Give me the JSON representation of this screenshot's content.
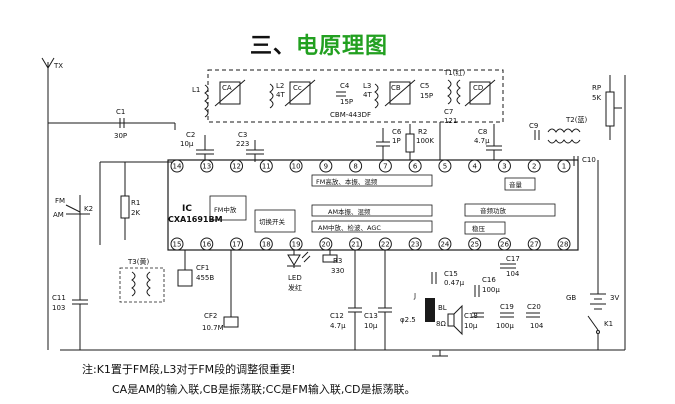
{
  "title": {
    "prefix": "三、",
    "main": "电原理图"
  },
  "colors": {
    "title_prefix": "#111111",
    "title_main": "#22a020",
    "ink": "#1a1a1a"
  },
  "labels": {
    "tx": "TX",
    "l1": "L1",
    "ca": "CA",
    "cb": "CB",
    "cc": "Cc",
    "cd": "CD",
    "l2": "L2",
    "l2v": "4T",
    "l3": "L3",
    "l3v": "4T",
    "c4": "C4",
    "c4v": "15P",
    "c5": "C5",
    "c5v": "15P",
    "c6": "C6",
    "c6v": "1P",
    "c7": "C7",
    "c7v": "121",
    "t1": "T1(红)",
    "cbm": "CBM-443DF",
    "c1": "C1",
    "c1v": "30P",
    "c2": "C2",
    "c2v": "10μ",
    "c3": "C3",
    "c3v": "223",
    "r2": "R2",
    "r2v": "100K",
    "c8": "C8",
    "c8v": "4.7μ",
    "c9": "C9",
    "t2": "T2(蓝)",
    "rp": "RP",
    "rpv": "5K",
    "c10": "C10",
    "fm": "FM",
    "am": "AM",
    "k2": "K2",
    "r1": "R1",
    "r1v": "2K",
    "ic": "IC",
    "icname": "CXA1691BM",
    "t3": "T3(黄)",
    "cf1": "CF1",
    "cf1v": "455B",
    "c11": "C11",
    "c11v": "103",
    "cf2": "CF2",
    "cf2v": "10.7M",
    "led": "LED",
    "ledc": "发红",
    "r3": "R3",
    "r3v": "330",
    "c12": "C12",
    "c12v": "4.7μ",
    "c13": "C13",
    "c13v": "10μ",
    "c15": "C15",
    "c15v": "0.47μ",
    "c16": "C16",
    "c16v": "100μ",
    "c17": "C17",
    "c17v": "104",
    "c18": "C18",
    "c18v": "10μ",
    "c19": "C19",
    "c19v": "100μ",
    "c20": "C20",
    "c20v": "104",
    "j": "J",
    "jv": "φ2.5",
    "bl": "BL",
    "blv": "8Ω",
    "gb": "GB",
    "gbv": "3V",
    "k1": "K1"
  },
  "blocks": {
    "fm_front": "FM高放、本振、混频",
    "am_front": "AM本振、混频",
    "am_if": "AM中放、检波、AGC",
    "fm_if": "FM中放",
    "switch": "切换开关",
    "vol": "音量",
    "audio": "音频功放",
    "ripple": "稳压"
  },
  "pins_top": [
    "14",
    "13",
    "12",
    "11",
    "10",
    "9",
    "8",
    "7",
    "6",
    "5",
    "4",
    "3",
    "2",
    "1"
  ],
  "pins_bottom": [
    "15",
    "16",
    "17",
    "18",
    "19",
    "20",
    "21",
    "22",
    "23",
    "24",
    "25",
    "26",
    "27",
    "28"
  ],
  "notes": {
    "line1": "注:K1置于FM段,L3对于FM段的调整很重要!",
    "line2": "CA是AM的输入联,CB是振荡联;CC是FM输入联,CD是振荡联。"
  }
}
